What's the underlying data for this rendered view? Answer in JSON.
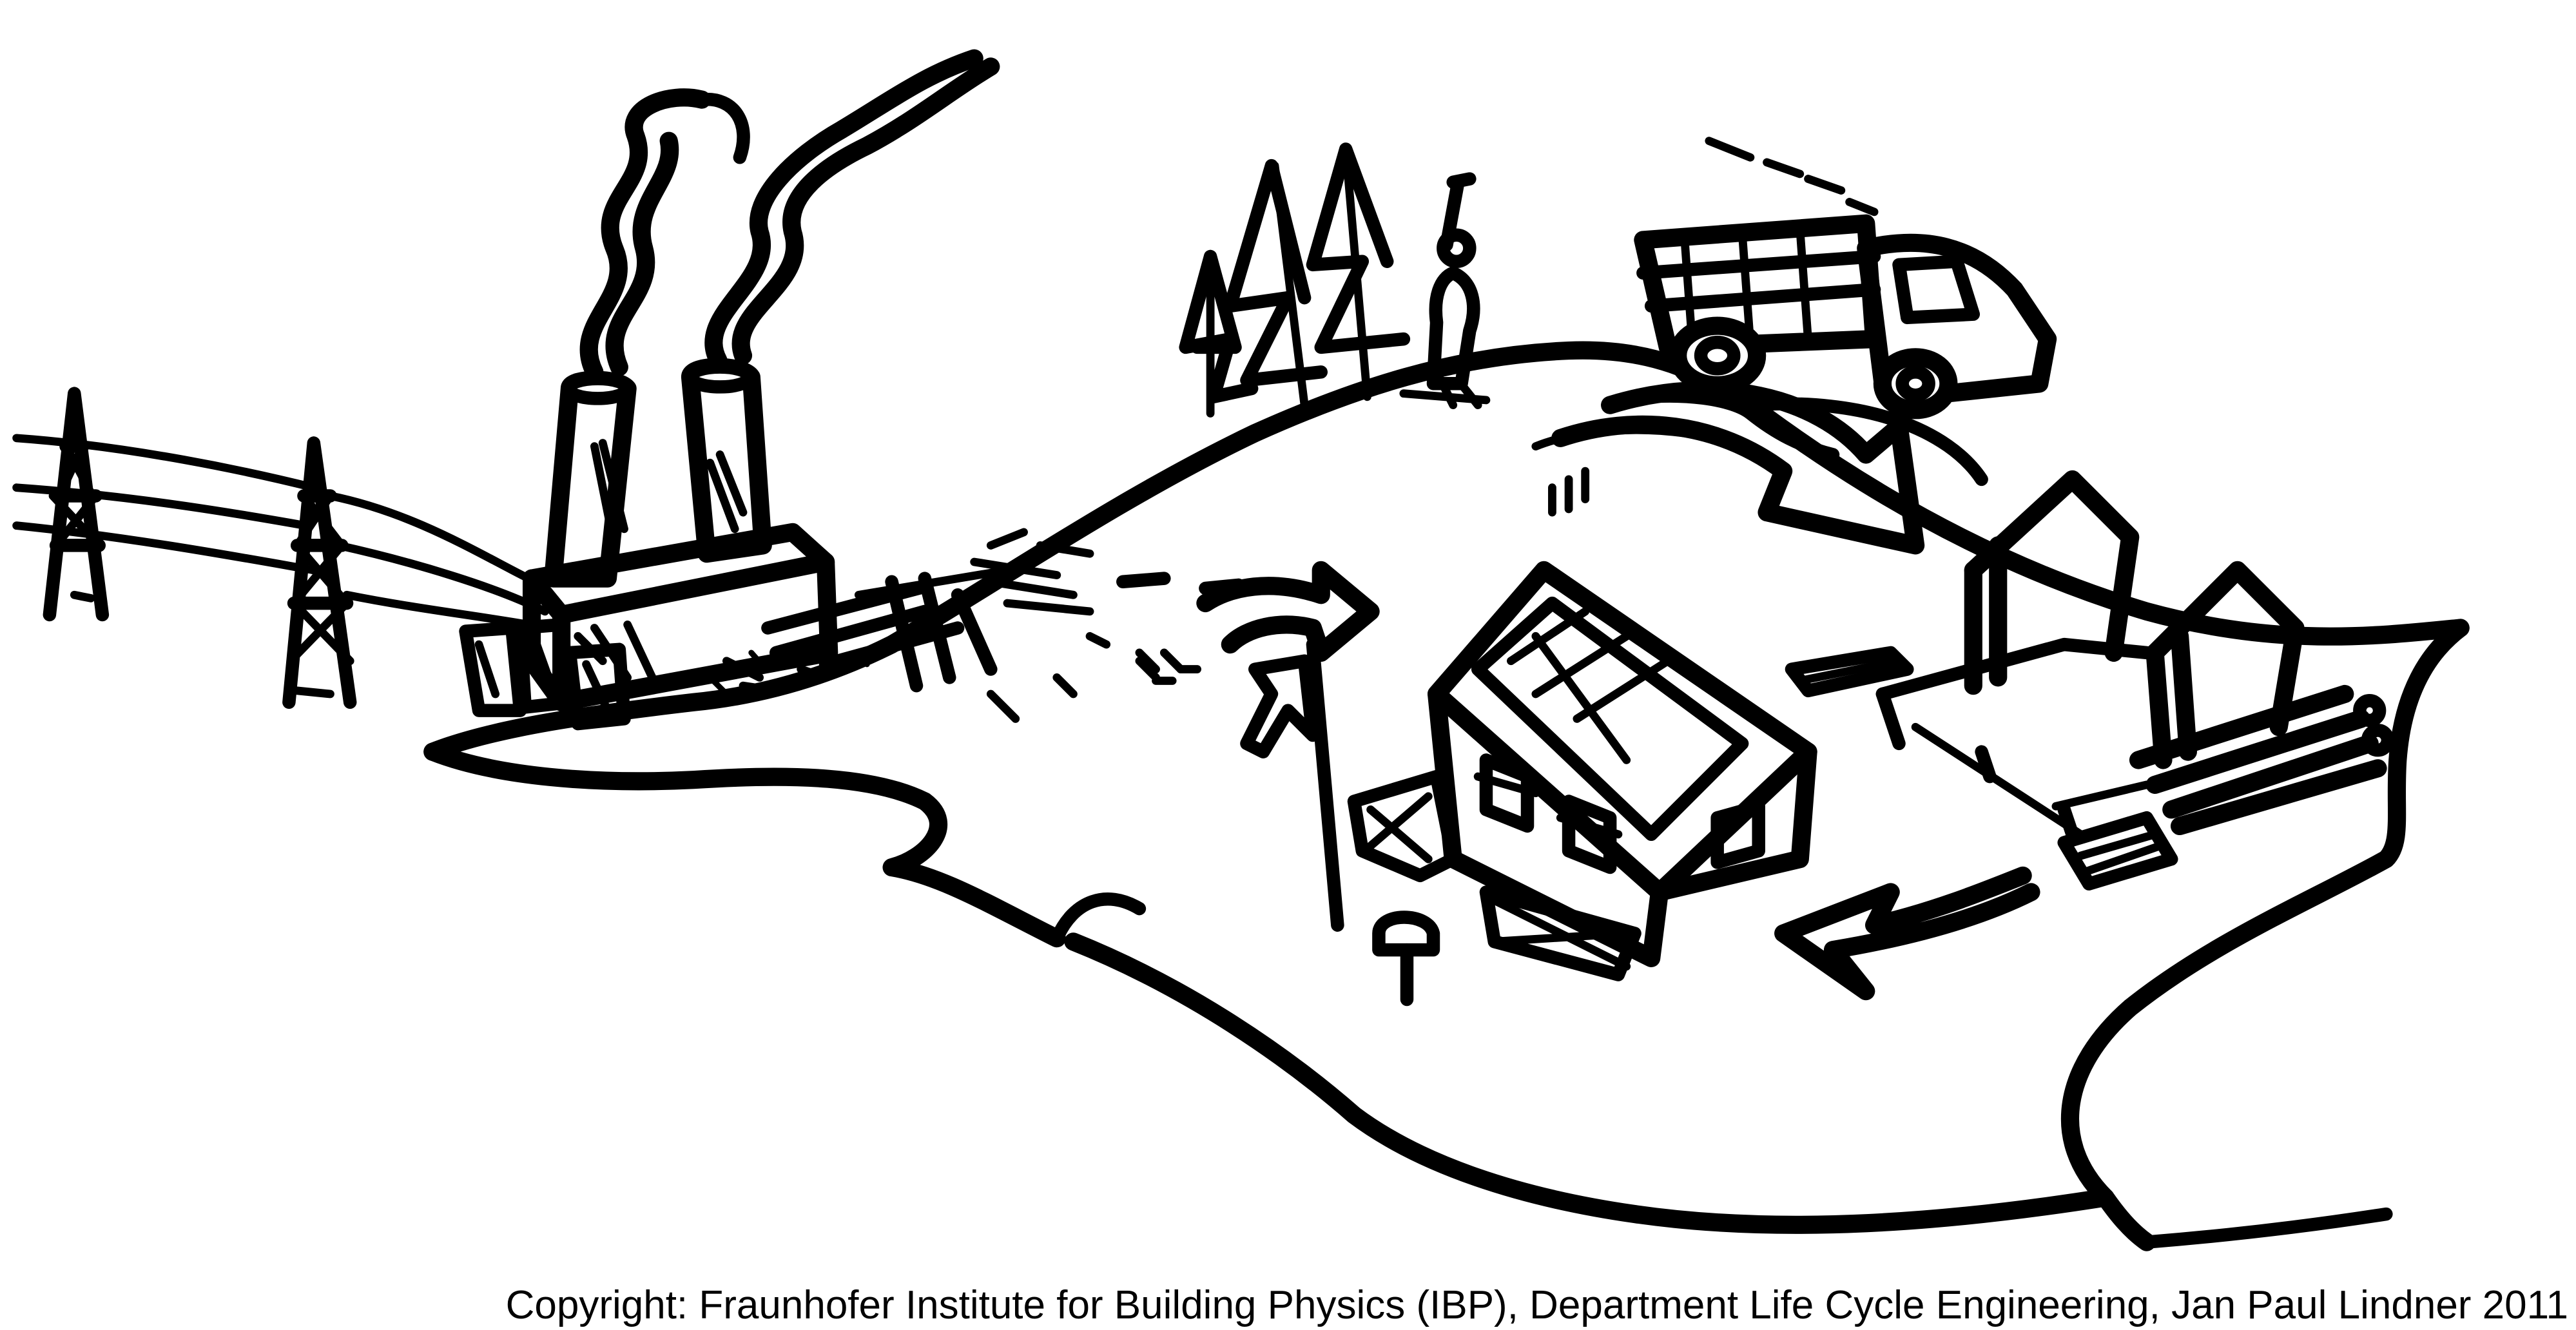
{
  "image": {
    "kind": "hand-drawn ink illustration",
    "palette": {
      "ink": "#000000",
      "paper": "#ffffff"
    },
    "scene": [
      "power-plant",
      "power-pylons",
      "hill-with-trees",
      "lumberjack",
      "logging-truck",
      "timber-frame-construction",
      "house-with-solar-panel",
      "mailbox",
      "flag",
      "wood-debris",
      "cycle-arrows"
    ]
  },
  "copyright": {
    "text": "Copyright: Fraunhofer Institute for Building Physics (IBP), Department Life Cycle Engineering, Jan Paul Lindner 2011"
  }
}
